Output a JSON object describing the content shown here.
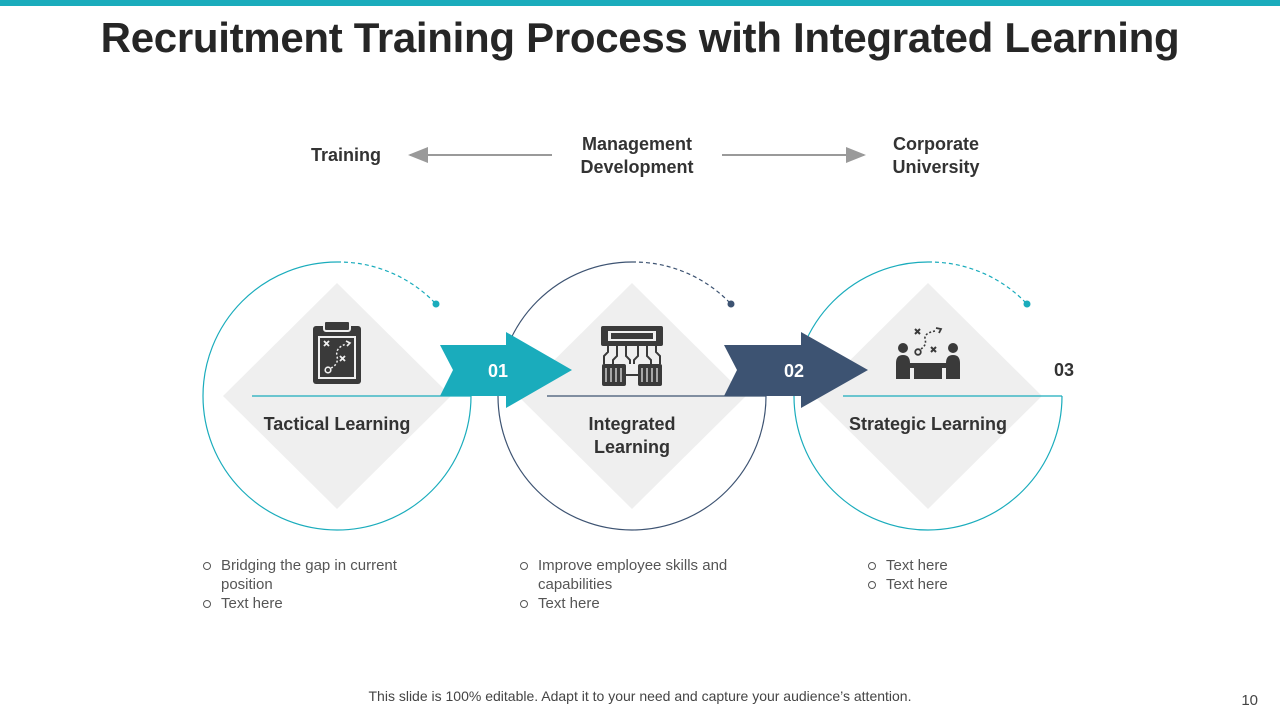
{
  "title": "Recruitment Training Process with Integrated Learning",
  "colors": {
    "accent_teal": "#1aacbc",
    "accent_navy": "#3d5372",
    "diamond": "#efefef",
    "icon": "#3a3a3a",
    "arrow_gray": "#9a9a9a"
  },
  "stages": {
    "left": "Training",
    "center": "Management Development",
    "right": "Corporate University"
  },
  "nodes": [
    {
      "label": "Tactical Learning",
      "icon": "clipboard-strategy-icon",
      "bullets": [
        "Bridging the gap in current position",
        "Text here"
      ]
    },
    {
      "label": "Integrated Learning",
      "icon": "circuit-chip-icon",
      "bullets": [
        "Improve employee skills and capabilities",
        "Text here"
      ]
    },
    {
      "label": "Strategic Learning",
      "icon": "team-strategy-icon",
      "bullets": [
        "Text here",
        "Text here"
      ]
    }
  ],
  "steps": [
    "01",
    "02",
    "03"
  ],
  "footer": "This slide is 100% editable. Adapt it to your need and capture your audience’s attention.",
  "page_number": "10"
}
